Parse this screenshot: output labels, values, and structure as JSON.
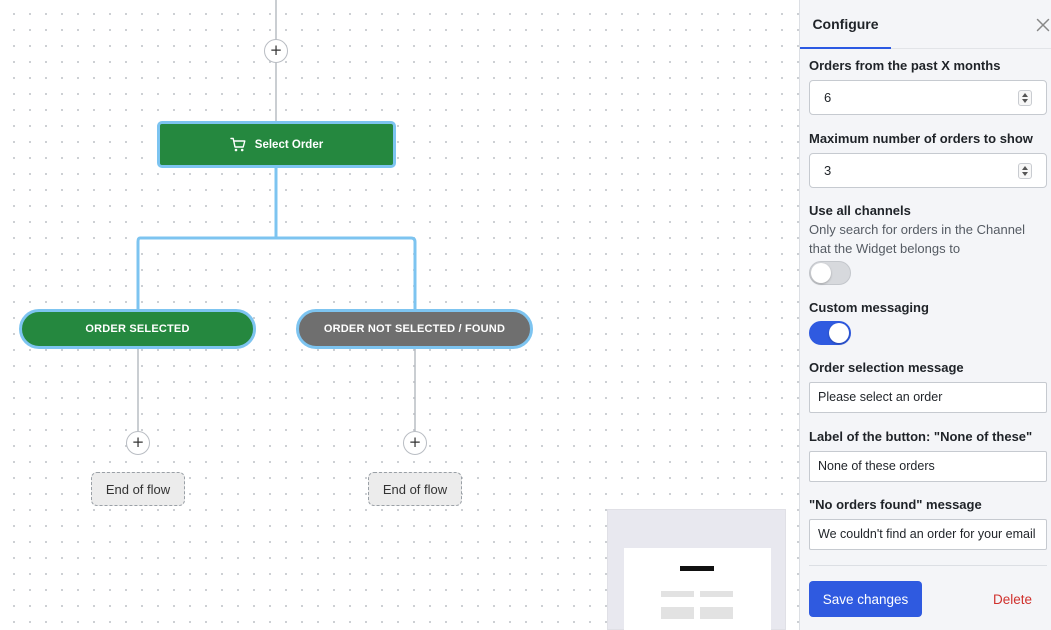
{
  "canvas": {
    "select_node_label": "Select Order",
    "branches": [
      {
        "label": "ORDER SELECTED"
      },
      {
        "label": "ORDER NOT SELECTED / FOUND"
      }
    ],
    "add_symbol": "+",
    "end_label": "End of flow"
  },
  "panel": {
    "tab_label": "Configure",
    "months_label": "Orders from the past X months",
    "months_value": "6",
    "max_orders_label": "Maximum number of orders to show",
    "max_orders_value": "3",
    "channels_label": "Use all channels",
    "channels_description": "Only search for orders in the Channel that the Widget belongs to",
    "channels_enabled": false,
    "custom_messaging_label": "Custom messaging",
    "custom_messaging_enabled": true,
    "selection_message_label": "Order selection message",
    "selection_message_value": "Please select an order",
    "none_button_label": "Label of the button: \"None of these\"",
    "none_button_value": "None of these orders",
    "no_orders_label": "\"No orders found\" message",
    "no_orders_value": "We couldn't find an order for your email",
    "save_label": "Save changes",
    "delete_label": "Delete"
  },
  "colors": {
    "node_green": "#25883f",
    "node_gray": "#6f6f6f",
    "node_border": "#7dc4f0",
    "primary_blue": "#2f5ae0",
    "danger_red": "#d0312d"
  }
}
